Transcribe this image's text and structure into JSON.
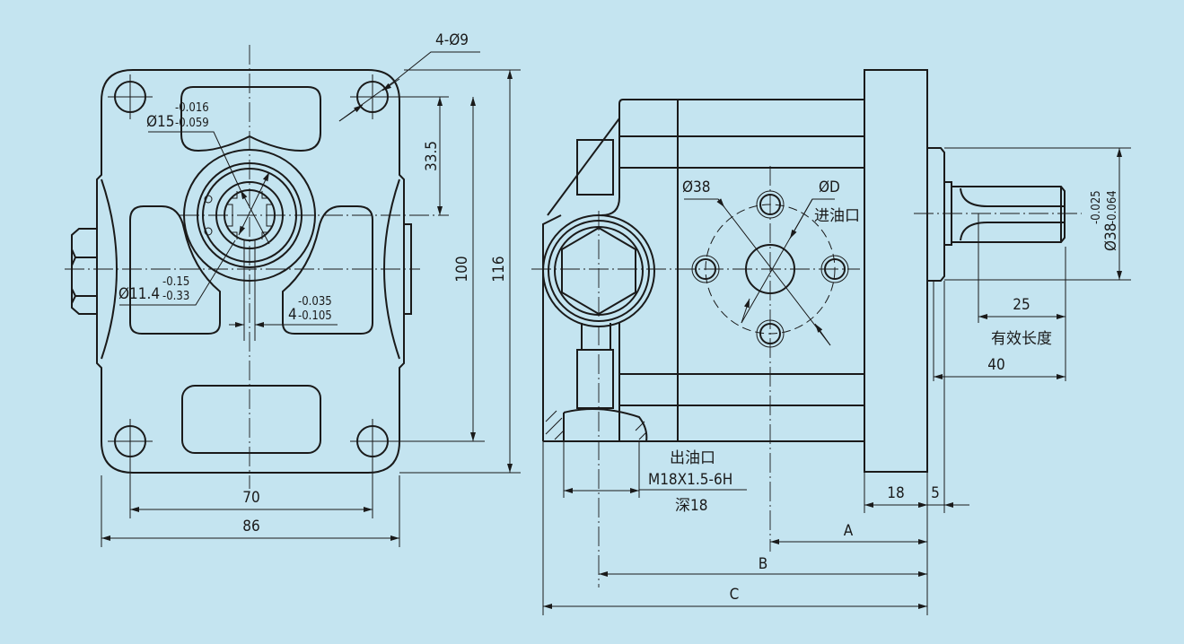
{
  "colors": {
    "background": "#c4e4f0",
    "line": "#1a1a1a"
  },
  "front_view": {
    "holes_label": "4-Ø9",
    "shaft_dia": {
      "nominal": "Ø15",
      "upper": "-0.016",
      "lower": "-0.059"
    },
    "spline_dia": {
      "nominal": "Ø11.4",
      "upper": "-0.15",
      "lower": "-0.33"
    },
    "key_width": {
      "nominal": "4",
      "upper": "-0.035",
      "lower": "-0.105"
    },
    "dim_33_5": "33.5",
    "dim_100": "100",
    "dim_116": "116",
    "dim_70": "70",
    "dim_86": "86"
  },
  "side_view": {
    "bolt_circle": "Ø38",
    "inlet_dia": "ØD",
    "inlet_label": "进油口",
    "outlet_label": "出油口",
    "outlet_thread": "M18X1.5-6H",
    "outlet_depth": "深18",
    "shaft_dia": {
      "nominal": "Ø38",
      "upper": "-0.025",
      "lower": "-0.064"
    },
    "dim_25": "25",
    "effective_length": "有效长度",
    "dim_40": "40",
    "dim_18": "18",
    "dim_5": "5",
    "dim_A": "A",
    "dim_B": "B",
    "dim_C": "C"
  }
}
